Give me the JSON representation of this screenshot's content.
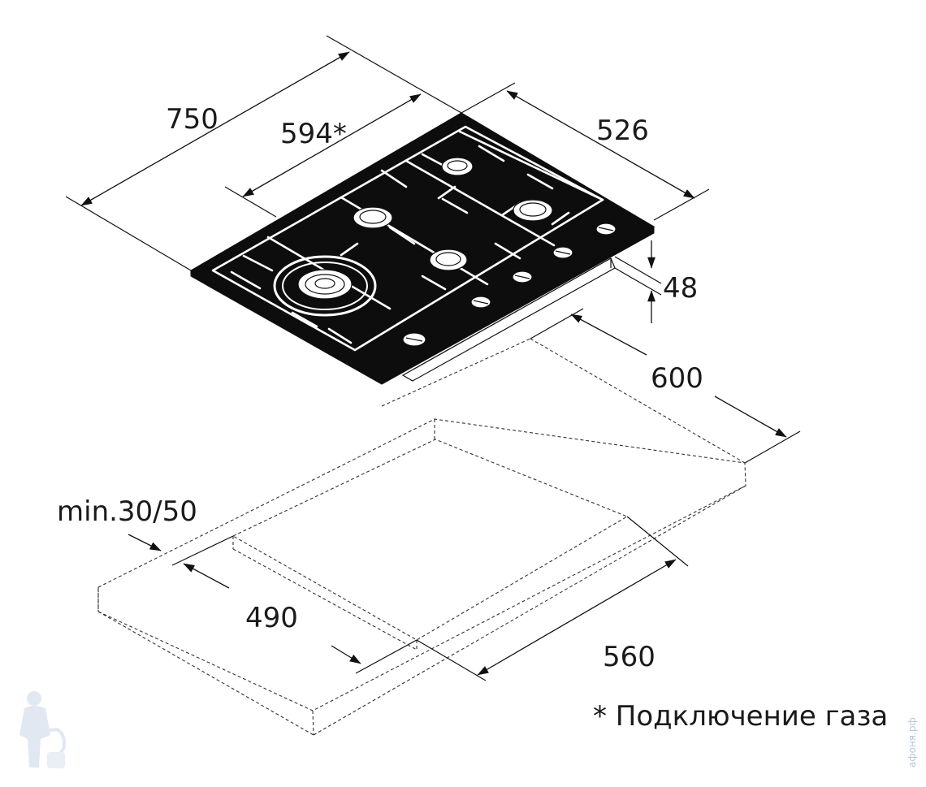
{
  "dimensions": {
    "width_total": "750",
    "width_cutout_gas": "594*",
    "depth_total": "526",
    "height": "48",
    "cabinet_width": "600",
    "min_edge": "min.30/50",
    "cutout_depth": "490",
    "cutout_width": "560"
  },
  "footnote": "* Подключение газа",
  "watermark": "афоня.рф",
  "colors": {
    "hob_glass": "#0d0d0d",
    "line": "#111111",
    "watermark": "#b9c7d6"
  }
}
